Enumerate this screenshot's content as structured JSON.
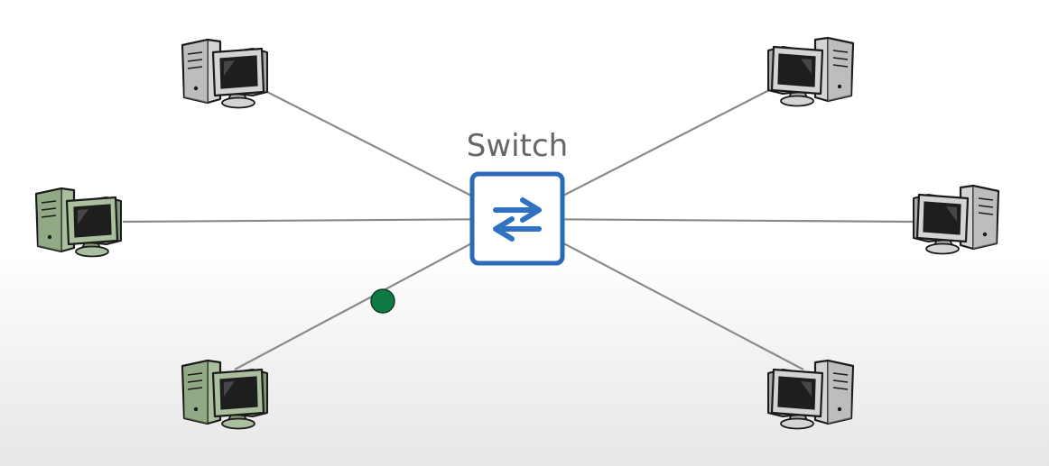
{
  "switch": {
    "label": "Switch",
    "border_color": "#2a6ab8",
    "arrow_color": "#2f72c4"
  },
  "link_color": "#8a8a8a",
  "packet": {
    "color": "#0f7a45",
    "on_link": "computer-bottom-left"
  },
  "computers": [
    {
      "id": "computer-top-left",
      "state": "idle",
      "facing": "right"
    },
    {
      "id": "computer-top-right",
      "state": "idle",
      "facing": "left"
    },
    {
      "id": "computer-middle-left",
      "state": "active",
      "facing": "right"
    },
    {
      "id": "computer-middle-right",
      "state": "idle",
      "facing": "left"
    },
    {
      "id": "computer-bottom-left",
      "state": "active",
      "facing": "right"
    },
    {
      "id": "computer-bottom-right",
      "state": "idle",
      "facing": "left"
    }
  ],
  "palette": {
    "idle": {
      "body": "#d4d4d4",
      "shade": "#a9a9a9",
      "screen": "#1e1e1e",
      "outline": "#1b1b1b"
    },
    "active": {
      "body": "#a9bf9e",
      "shade": "#7f9773",
      "screen": "#1e1e1e",
      "outline": "#1b1b1b"
    }
  }
}
